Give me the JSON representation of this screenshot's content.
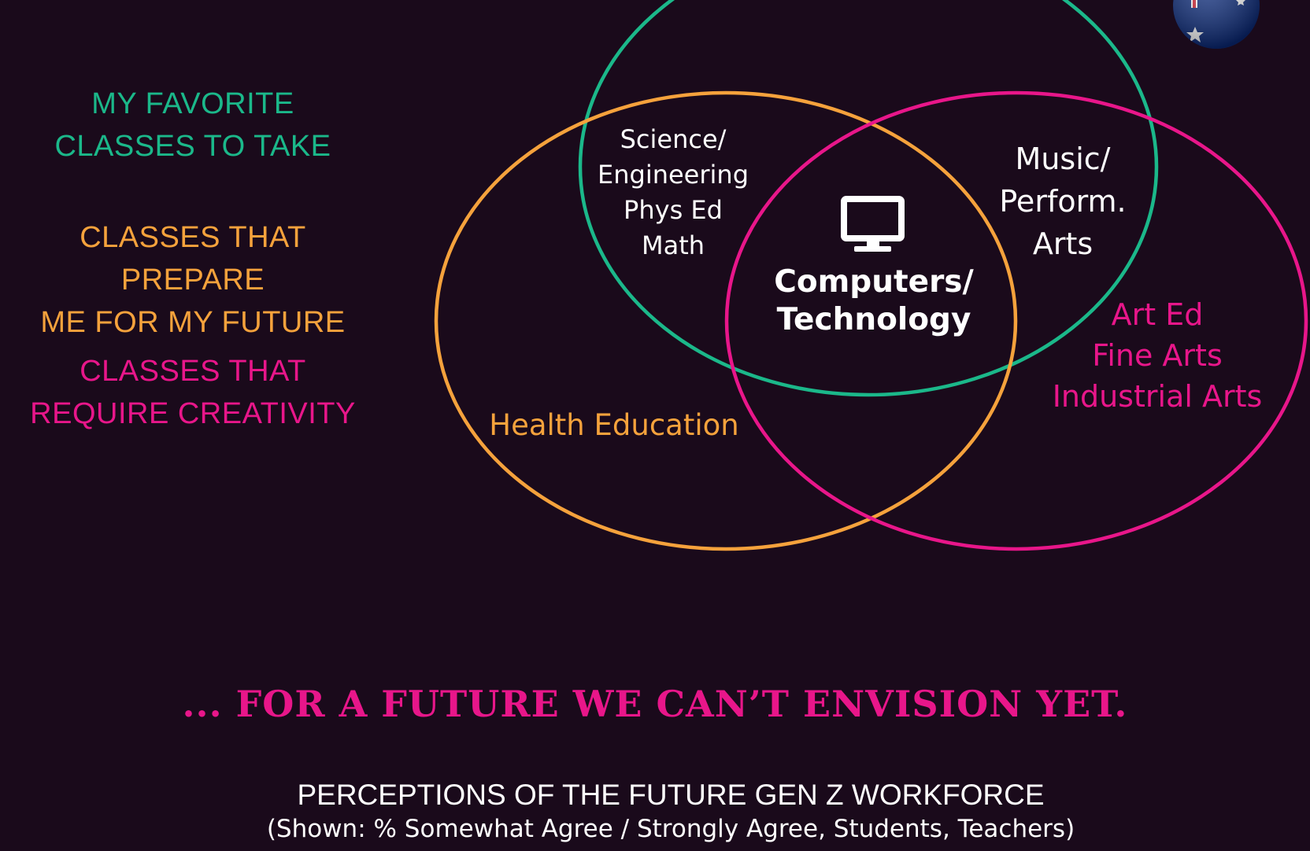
{
  "legend": {
    "favorite": [
      "MY FAVORITE",
      "CLASSES TO TAKE"
    ],
    "prepare": [
      "CLASSES THAT PREPARE",
      "ME FOR MY FUTURE"
    ],
    "creativity": [
      "CLASSES THAT",
      "REQUIRE CREATIVITY"
    ]
  },
  "regions": {
    "favorite_and_prepare": [
      "Science/",
      "Engineering",
      "Phys Ed",
      "Math"
    ],
    "favorite_and_creativity": [
      "Music/",
      "Perform.",
      "Arts"
    ],
    "center": [
      "Computers/",
      "Technology"
    ],
    "prepare_only": "Health Education",
    "creativity_only": [
      "Art Ed",
      "Fine Arts",
      "Industrial Arts"
    ]
  },
  "center_icon": "computer-monitor-icon",
  "flag_icon": "australia-flag-icon",
  "headline": "... FOR A FUTURE WE CAN’T ENVISION YET.",
  "footer": {
    "title": "PERCEPTIONS OF THE FUTURE GEN Z WORKFORCE",
    "subtitle": "(Shown: % Somewhat Agree / Strongly Agree, Students, Teachers)"
  },
  "colors": {
    "background": "#1a0a1b",
    "favorite": "#1bb88a",
    "prepare": "#f5a23c",
    "creativity": "#e8168a",
    "text": "#ffffff"
  }
}
